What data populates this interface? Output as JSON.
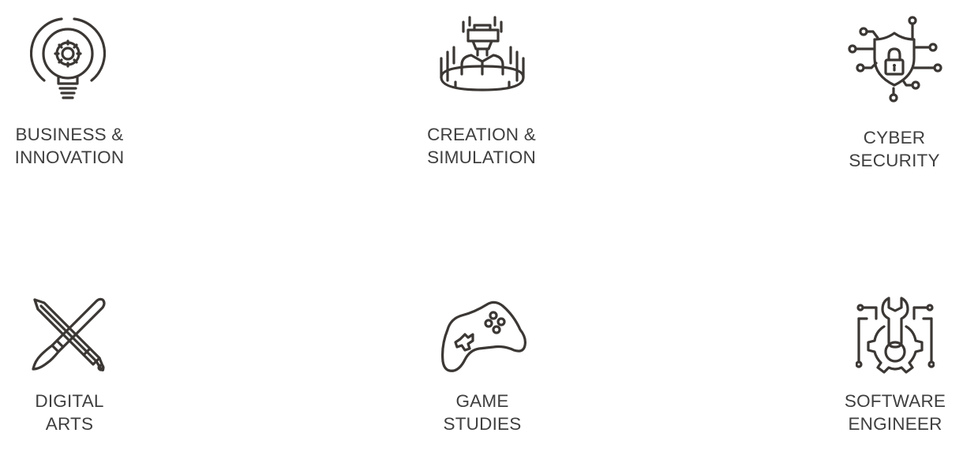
{
  "items": [
    {
      "line1": "BUSINESS &",
      "line2": "INNOVATION",
      "icon": "lightbulb-gear-icon"
    },
    {
      "line1": "CREATION &",
      "line2": "SIMULATION",
      "icon": "vr-headset-person-icon"
    },
    {
      "line1": "CYBER",
      "line2": "SECURITY",
      "icon": "shield-lock-circuit-icon"
    },
    {
      "line1": "DIGITAL",
      "line2": "ARTS",
      "icon": "pencil-brush-crossed-icon"
    },
    {
      "line1": "GAME",
      "line2": "STUDIES",
      "icon": "gamepad-icon"
    },
    {
      "line1": "SOFTWARE",
      "line2": "ENGINEER",
      "icon": "wrench-gear-circuit-icon"
    }
  ],
  "colors": {
    "icon_stroke": "#3b3734",
    "text": "#3f3f3f",
    "background": "#ffffff"
  }
}
